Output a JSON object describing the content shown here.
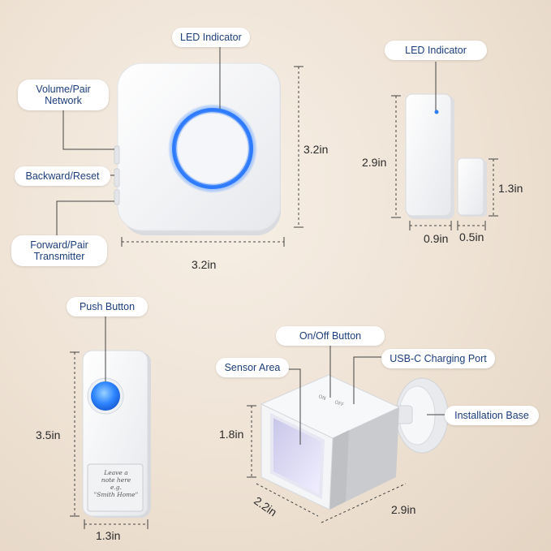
{
  "labels": {
    "led_indicator_1": "LED Indicator",
    "led_indicator_2": "LED Indicator",
    "volume_pair_line1": "Volume/Pair",
    "volume_pair_line2": "Network",
    "backward_reset": "Backward/Reset",
    "forward_pair_line1": "Forward/Pair",
    "forward_pair_line2": "Transmitter",
    "push_button": "Push Button",
    "on_off_button": "On/Off Button",
    "sensor_area": "Sensor Area",
    "usb_c_port": "USB-C Charging Port",
    "installation_base": "Installation Base"
  },
  "dimensions": {
    "receiver_height": "3.2in",
    "receiver_width": "3.2in",
    "door_sensor_height": "2.9in",
    "magnet_height": "1.3in",
    "door_sensor_width": "0.9in",
    "magnet_width": "0.5in",
    "push_button_height": "3.5in",
    "push_button_width": "1.3in",
    "motion_height": "1.8in",
    "motion_depth": "2.2in",
    "motion_width": "2.9in"
  },
  "nameplate": {
    "line1": "Leave a",
    "line2": "note here",
    "line3": "e.g.",
    "line4": "\"Smith Home\""
  },
  "colors": {
    "label_text": "#1d3e7c",
    "led_blue": "#2f7bff",
    "device_white": "#f7f8fa",
    "device_gray": "#c9cacc"
  }
}
